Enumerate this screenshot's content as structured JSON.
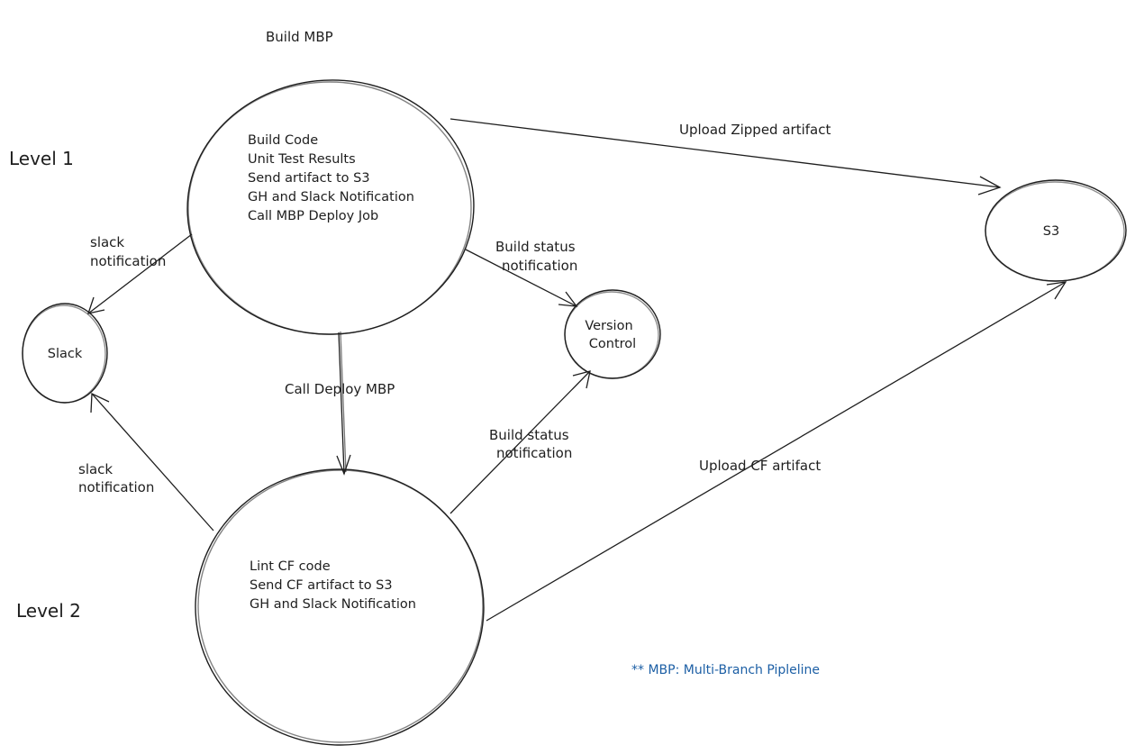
{
  "title": "Build MBP",
  "levels": [
    "Level 1",
    "Level 2"
  ],
  "nodes": {
    "build_mbp": {
      "lines": [
        "Build Code",
        "Unit Test Results",
        "Send artifact to S3",
        "GH and Slack Notification",
        "Call MBP Deploy Job"
      ]
    },
    "deploy_mbp": {
      "lines": [
        "Lint CF code",
        "Send CF artifact to S3",
        "GH and Slack Notification"
      ]
    },
    "slack": {
      "label": "Slack"
    },
    "version_control": {
      "lines": [
        "Version",
        "Control"
      ]
    },
    "s3": {
      "label": "S3"
    }
  },
  "edges": {
    "upload_zipped": {
      "label": "Upload Zipped artifact"
    },
    "slack_notif_1": {
      "lines": [
        "slack",
        "notification"
      ]
    },
    "build_status_1": {
      "lines": [
        "Build status",
        "notification"
      ]
    },
    "call_deploy": {
      "label": "Call Deploy MBP"
    },
    "build_status_2": {
      "lines": [
        "Build status",
        "notification"
      ]
    },
    "slack_notif_2": {
      "lines": [
        "slack",
        "notification"
      ]
    },
    "upload_cf": {
      "label": "Upload CF artifact"
    }
  },
  "note": "** MBP: Multi-Branch Pipleline"
}
